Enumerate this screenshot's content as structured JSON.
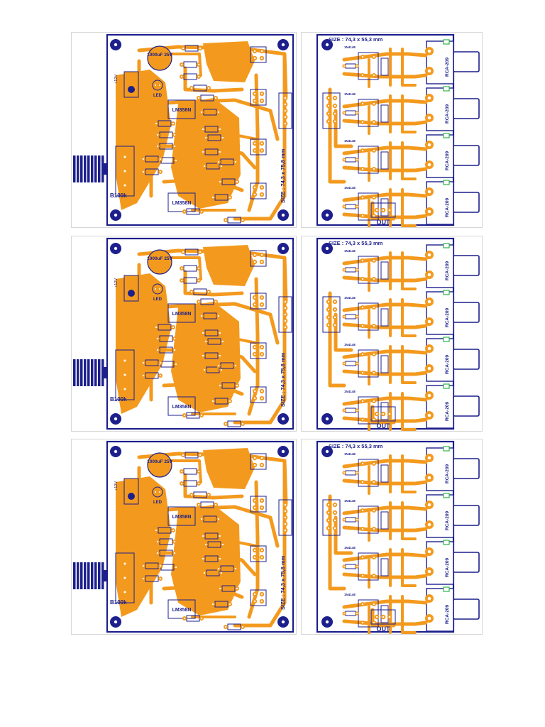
{
  "boards": [
    {
      "amp": {
        "cap_label": "1000uF 25V",
        "led_label": "LED",
        "ic1_label": "LM358N",
        "ic2_label": "LM358N",
        "pot_label": "B100k",
        "size_label": "SIZE : 74,3 x 75,8 mm",
        "vol_label": "+12V"
      },
      "selector": {
        "size_label": "SIZE : 74,3 x 55,3 mm",
        "out_label": "OUT",
        "connector_labels": [
          "RCA-209",
          "RCA-209",
          "RCA-209",
          "RCA-209"
        ],
        "diode_label": "1N4148"
      }
    },
    {
      "amp": {
        "cap_label": "1000uF 25V",
        "led_label": "LED",
        "ic1_label": "LM358N",
        "ic2_label": "LM358N",
        "pot_label": "B100k",
        "size_label": "SIZE : 74,3 x 75,8 mm",
        "vol_label": "+12V"
      },
      "selector": {
        "size_label": "SIZE : 74,3 x 55,3 mm",
        "out_label": "OUT",
        "connector_labels": [
          "RCA-209",
          "RCA-209",
          "RCA-209",
          "RCA-209"
        ],
        "diode_label": "1N4148"
      }
    },
    {
      "amp": {
        "cap_label": "1000uF 25V",
        "led_label": "LED",
        "ic1_label": "LM358N",
        "ic2_label": "LM358N",
        "pot_label": "B100k",
        "size_label": "SIZE : 74,3 x 75,8 mm",
        "vol_label": "+12V"
      },
      "selector": {
        "size_label": "SIZE : 74,3 x 55,3 mm",
        "out_label": "OUT",
        "connector_labels": [
          "RCA-209",
          "RCA-209",
          "RCA-209",
          "RCA-209"
        ],
        "diode_label": "1N4148"
      }
    }
  ],
  "colors": {
    "copper": "#f39a1e",
    "outline": "#1c1f8c",
    "hole": "#1c1f8c",
    "pad": "#ffffff",
    "background": "#ffffff"
  }
}
